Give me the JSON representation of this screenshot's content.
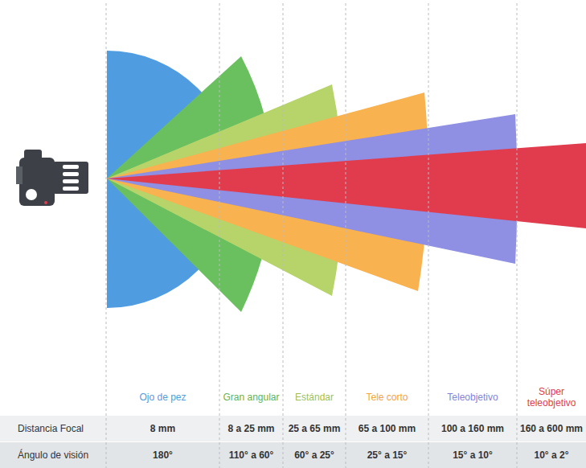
{
  "diagram": {
    "labels": [
      "Ojo de pez",
      "Gran angular",
      "Estándar",
      "Tele corto",
      "Teleobjetivo",
      "Súper teleobjetivo",
      "Distancia Focal",
      "8 mm",
      "8 a 25 mm",
      "25 a 65 mm",
      "65 a 100 mm",
      "100 a 160 mm",
      "160 a 600 mm",
      "Ángulo de visión",
      "180°",
      "110° a 60°",
      "60° a 25°",
      "25° a 15°",
      "15° a 10°",
      "10° a 2°"
    ]
  }
}
